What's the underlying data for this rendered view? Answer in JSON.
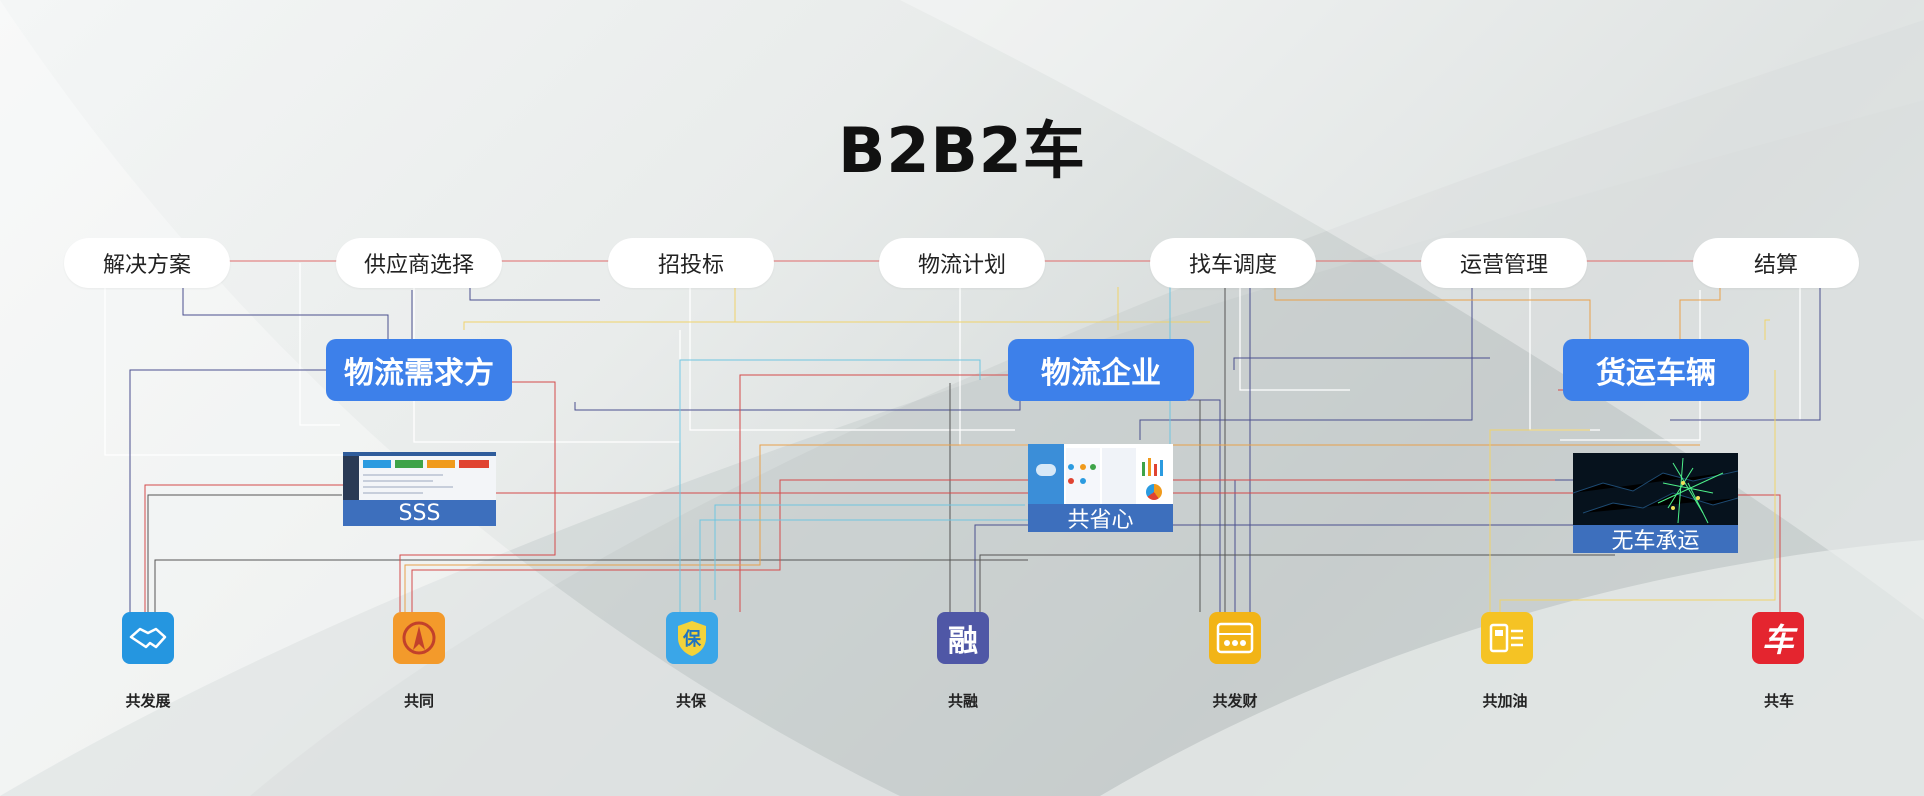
{
  "title": "B2B2车",
  "steps": [
    "解决方案",
    "供应商选择",
    "招投标",
    "物流计划",
    "找车调度",
    "运营管理",
    "结算"
  ],
  "actors": [
    "物流需求方",
    "物流企业",
    "货运车辆"
  ],
  "platforms": [
    "SSS",
    "共省心",
    "无车承运"
  ],
  "services": [
    {
      "label": "共发展",
      "icon": "handshake-icon",
      "color": "#2596e0"
    },
    {
      "label": "共同",
      "icon": "team-icon",
      "color": "#f39a2b"
    },
    {
      "label": "共保",
      "icon": "shield-icon",
      "color": "#3aa6e8"
    },
    {
      "label": "共融",
      "icon": "finance-icon",
      "color": "#4f57a6"
    },
    {
      "label": "共发财",
      "icon": "abacus-icon",
      "color": "#f2b416"
    },
    {
      "label": "共加油",
      "icon": "fuel-icon",
      "color": "#f5c324"
    },
    {
      "label": "共车",
      "icon": "truck-icon",
      "color": "#e4252f"
    }
  ],
  "sss_screen": {
    "tiles": [
      "#2b9be0",
      "#3ea348",
      "#f09a1c",
      "#e04331"
    ]
  }
}
